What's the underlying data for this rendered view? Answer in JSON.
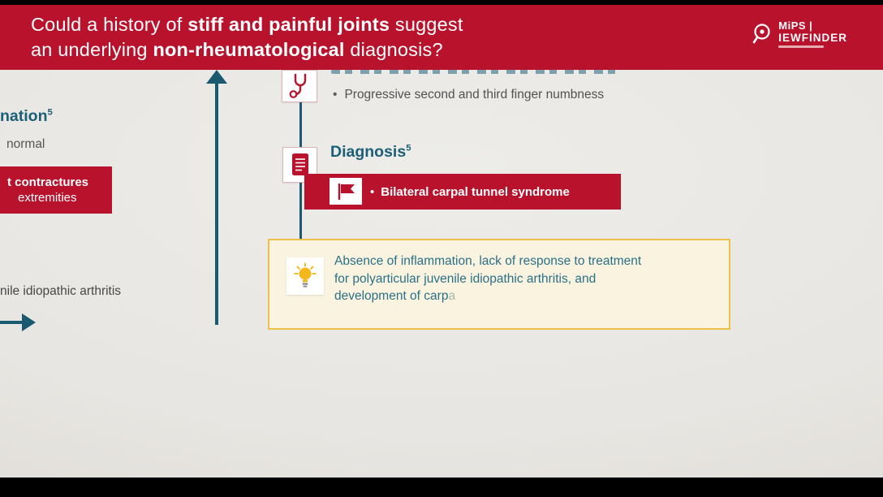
{
  "ui": {
    "bullet": "•"
  },
  "colors": {
    "header_red": "#b8122d",
    "banner_red": "#b8122d",
    "teal_text": "#1c6077",
    "arrow_teal": "#1a5a70",
    "callout_border": "#ecc049",
    "callout_bg": "#faf3e0",
    "bulb_yellow": "#f2b81c",
    "background": "#e8e6e2"
  },
  "header": {
    "line1_pre": "Could a history of ",
    "line1_bold": "stiff and painful joints",
    "line1_post": " suggest",
    "line2_pre": "an underlying ",
    "line2_bold": "non-rheumatological",
    "line2_post": " diagnosis?"
  },
  "brand": {
    "top": "MiPS |",
    "bottom": "IEWFINDER"
  },
  "left_flow": {
    "exam_label": "nation",
    "exam_sup": "5",
    "normal_text": "normal",
    "redbox_line1": "t contractures",
    "redbox_line2": "extremities",
    "jia_text": "nile idiopathic arthritis"
  },
  "center_flow": {
    "symptom_text": "Progressive second and third finger numbness",
    "diagnosis_label": "Diagnosis",
    "diagnosis_sup": "5",
    "banner_text": "Bilateral carpal tunnel syndrome",
    "callout_lines": [
      "Absence of inflammation, lack of response to treatment",
      "for polyarticular juvenile idiopathic arthritis, and",
      "development of carp"
    ],
    "callout_typing_char": "a"
  }
}
